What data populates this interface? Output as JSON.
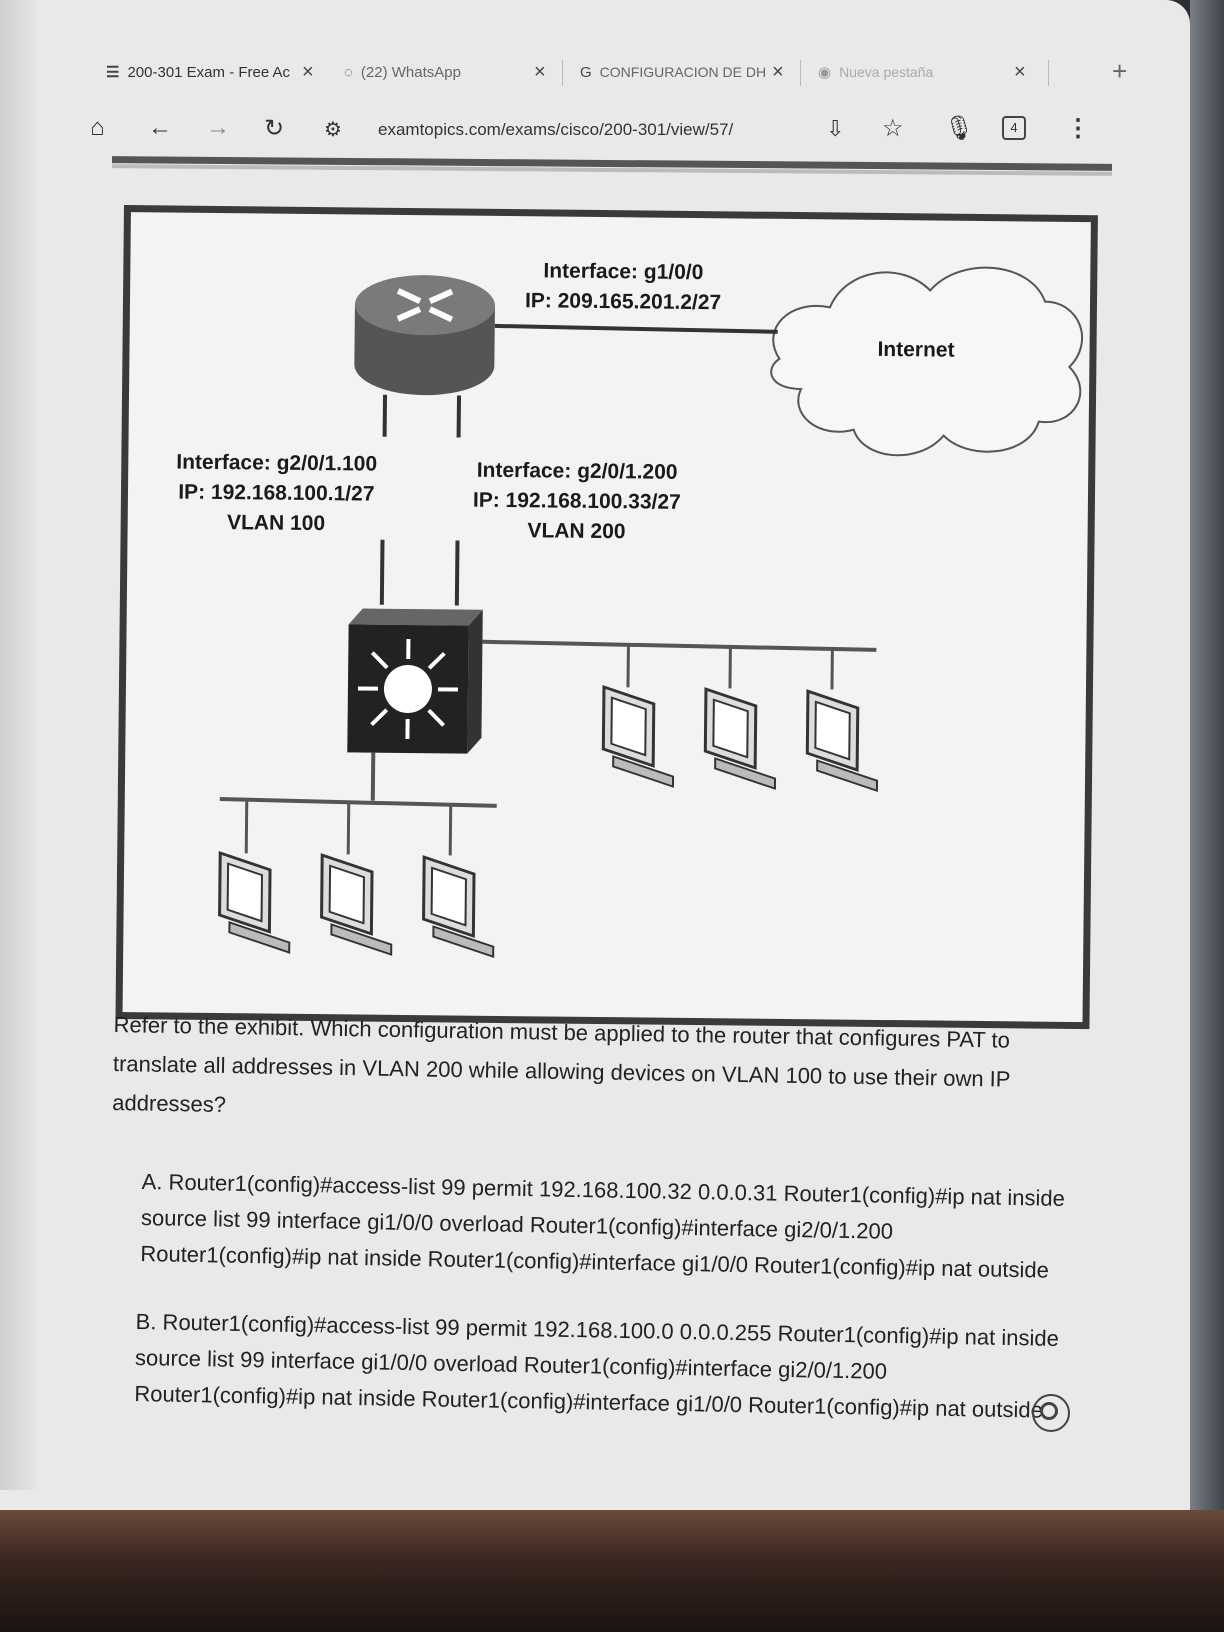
{
  "browser": {
    "tabs": [
      {
        "label": "200-301 Exam - Free Ac",
        "icon": "examtopics-icon",
        "state": "active"
      },
      {
        "label": "(22) WhatsApp",
        "icon": "whatsapp-icon",
        "state": "inactive"
      },
      {
        "label": "CONFIGURACION DE DH",
        "icon": "google-icon",
        "state": "inactive"
      },
      {
        "label": "Nueva pestaña",
        "icon": "chrome-icon",
        "state": "faded"
      }
    ],
    "new_tab_symbol": "+",
    "url": "examtopics.com/exams/cisco/200-301/view/57/",
    "tab_count": "4"
  },
  "exhibit": {
    "router_uplink": {
      "interface": "Interface: g1/0/0",
      "ip": "IP: 209.165.201.2/27"
    },
    "cloud_label": "Internet",
    "vlan100": {
      "interface": "Interface: g2/0/1.100",
      "ip": "IP: 192.168.100.1/27",
      "vlan": "VLAN 100"
    },
    "vlan200": {
      "interface": "Interface: g2/0/1.200",
      "ip": "IP: 192.168.100.33/27",
      "vlan": "VLAN 200"
    }
  },
  "question": {
    "text": "Refer to the exhibit. Which configuration must be applied to the router that configures PAT to translate all addresses in VLAN 200 while allowing devices on VLAN 100 to use their own IP addresses?",
    "options": [
      {
        "text": "A. Router1(config)#access-list 99 permit 192.168.100.32 0.0.0.31 Router1(config)#ip nat inside source list 99 interface gi1/0/0 overload Router1(config)#interface gi2/0/1.200 Router1(config)#ip nat inside Router1(config)#interface gi1/0/0 Router1(config)#ip nat outside"
      },
      {
        "text": "B. Router1(config)#access-list 99 permit 192.168.100.0 0.0.0.255 Router1(config)#ip nat inside source list 99 interface gi1/0/0 overload Router1(config)#interface gi2/0/1.200 Router1(config)#ip nat inside Router1(config)#interface gi1/0/0 Router1(config)#ip nat outside"
      }
    ]
  },
  "colors": {
    "page_bg": "#e9e9e9",
    "exhibit_border": "#3a3a3a",
    "text": "#222222"
  }
}
